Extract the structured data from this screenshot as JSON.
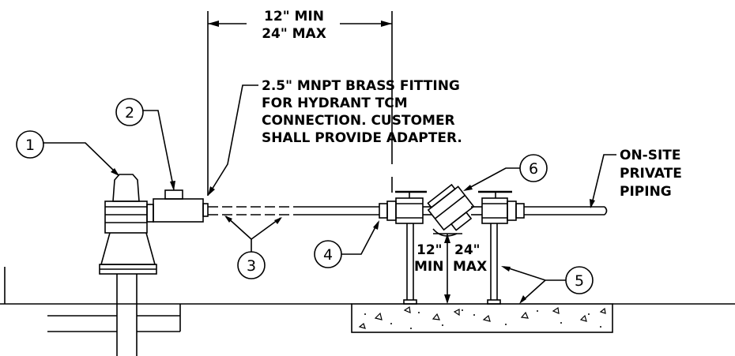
{
  "dimension_top": {
    "line1": "12\" MIN",
    "line2": "24\" MAX"
  },
  "fitting_note": {
    "line1": "2.5\" MNPT BRASS FITTING",
    "line2": "FOR HYDRANT TCM",
    "line3": "CONNECTION. CUSTOMER",
    "line4": "SHALL PROVIDE ADAPTER."
  },
  "piping_note": {
    "line1": "ON-SITE",
    "line2": "PRIVATE",
    "line3": "PIPING"
  },
  "dimension_height": {
    "min_value": "12\"",
    "min_label": "MIN",
    "max_value": "24\"",
    "max_label": "MAX"
  },
  "callouts": [
    "1",
    "2",
    "3",
    "4",
    "5",
    "6"
  ]
}
